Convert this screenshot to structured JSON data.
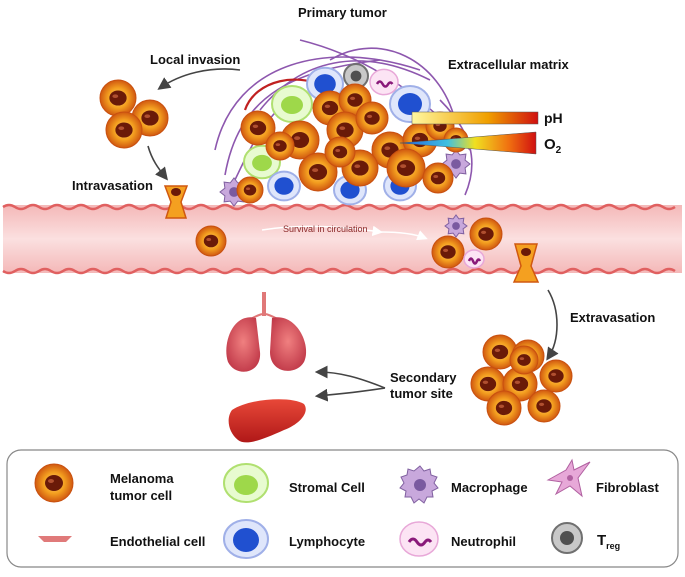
{
  "labels": {
    "primary_tumor": "Primary tumor",
    "extracellular_matrix": "Extracellular matrix",
    "local_invasion": "Local invasion",
    "intravasation": "Intravasation",
    "survival": "Survival in circulation",
    "extravasation": "Extravasation",
    "secondary_site_line1": "Secondary",
    "secondary_site_line2": "tumor site",
    "ph": "pH",
    "o2": "O",
    "o2_sub": "2"
  },
  "legend": {
    "melanoma_line1": "Melanoma",
    "melanoma_line2": "tumor cell",
    "stromal": "Stromal Cell",
    "macrophage": "Macrophage",
    "fibroblast": "Fibroblast",
    "endothelial": "Endothelial cell",
    "lymphocyte": "Lymphocyte",
    "neutrophil": "Neutrophil",
    "treg": "T",
    "treg_sub": "reg"
  },
  "colors": {
    "tumor_outer": "#f0a020",
    "tumor_ring": "#e06010",
    "tumor_nucleus": "#6a1a08",
    "vessel": "#f8d0d0",
    "stromal": "#c8f080",
    "lymphocyte": "#2050d0",
    "macrophage": "#b090c8",
    "neutrophil": "#f4c0e8",
    "treg": "#8a8a8a",
    "matrix_fiber": "#7a3aa0"
  }
}
